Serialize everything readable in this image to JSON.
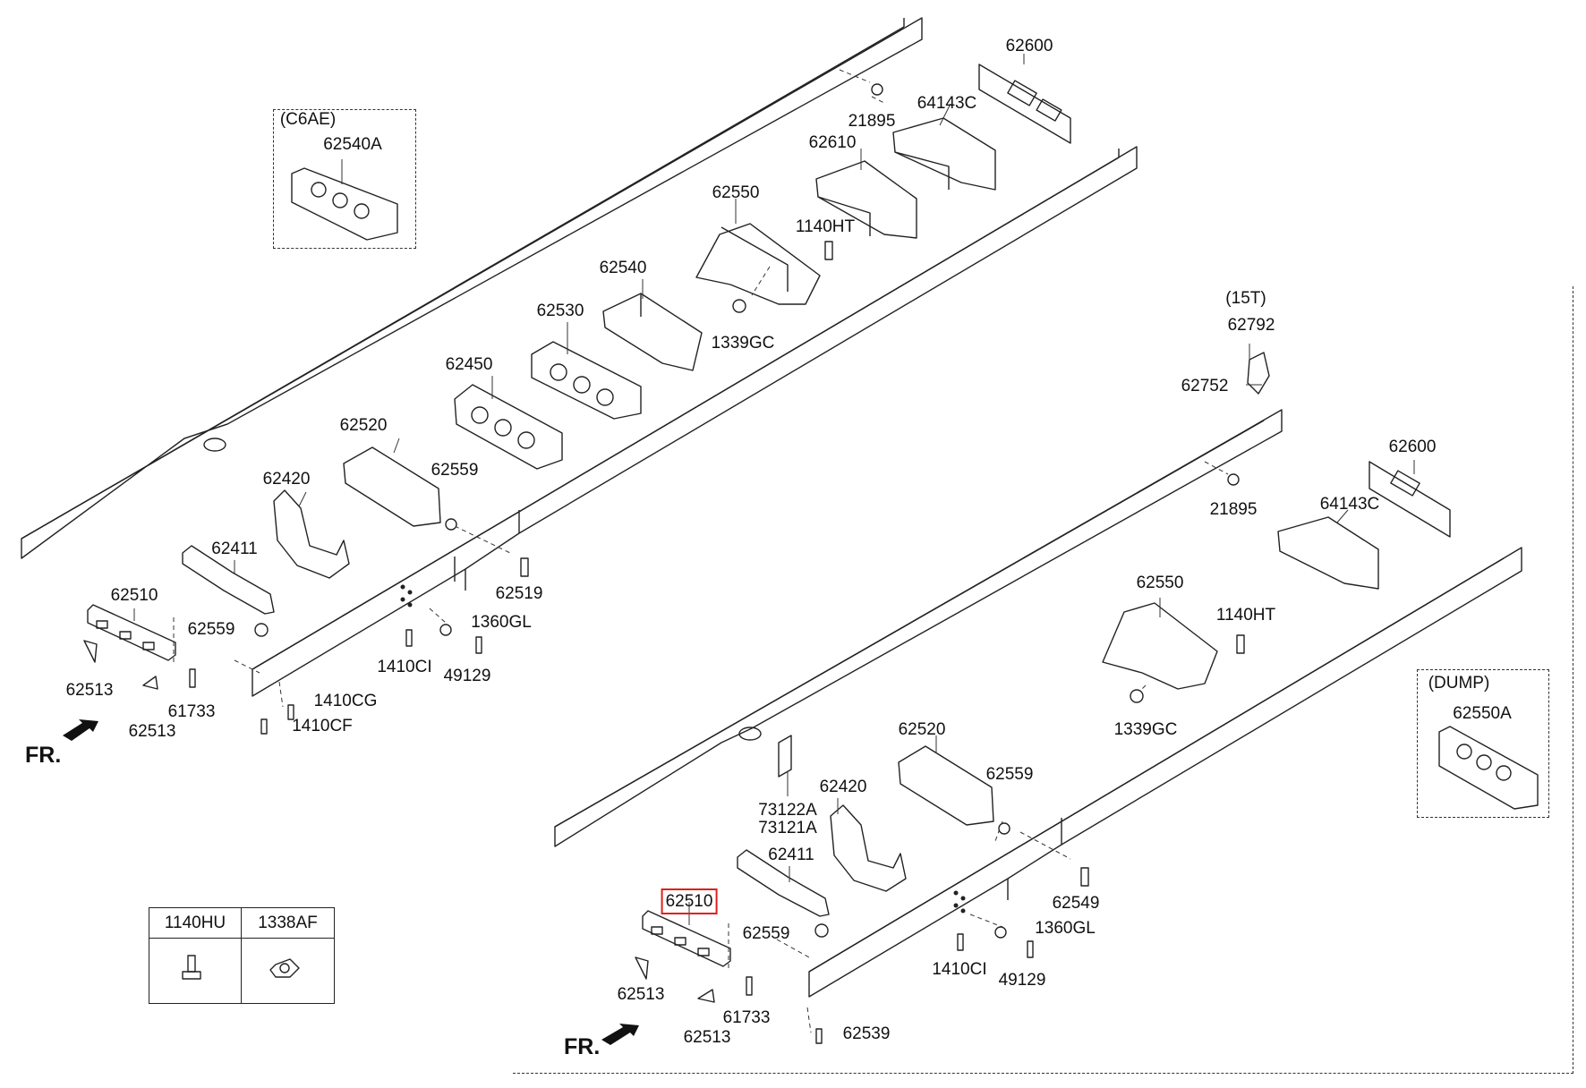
{
  "diagram": {
    "insets": {
      "c6ae_label": "(C6AE)",
      "t15_label": "(15T)",
      "dump_label": "(DUMP)"
    },
    "front_label": "FR.",
    "highlighted_part": "62510",
    "legend": {
      "headers": [
        "1140HU",
        "1338AF"
      ],
      "icons": [
        "bolt-icon",
        "nut-icon"
      ]
    },
    "labels": [
      "62600",
      "21895",
      "64143C",
      "62610",
      "62540A",
      "62550",
      "1140HT",
      "62540",
      "1339GC",
      "62530",
      "62450",
      "62520",
      "62559",
      "62420",
      "62411",
      "62519",
      "62510",
      "62559",
      "1360GL",
      "1410CI",
      "49129",
      "62513",
      "61733",
      "62513",
      "1410CG",
      "1410CF",
      "62792",
      "62752",
      "62600",
      "21895",
      "64143C",
      "62550",
      "1140HT",
      "1339GC",
      "62550A",
      "62520",
      "62559",
      "62420",
      "73122A",
      "73121A",
      "62411",
      "62549",
      "62510",
      "62559",
      "1360GL",
      "1410CI",
      "49129",
      "62513",
      "61733",
      "62513",
      "62539"
    ]
  }
}
